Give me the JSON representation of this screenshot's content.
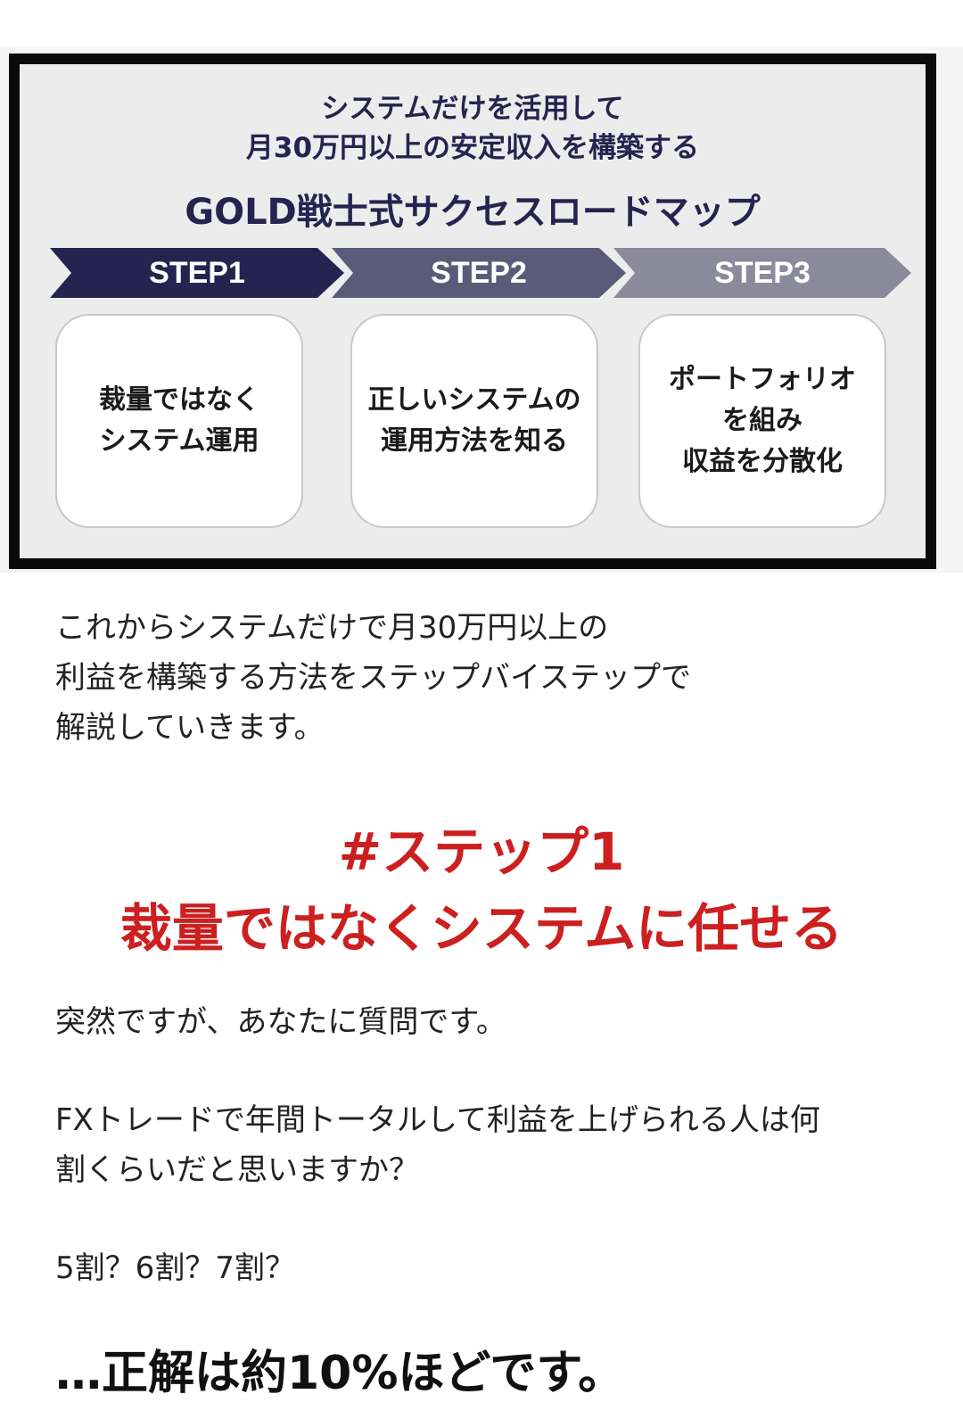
{
  "roadmap": {
    "headline_line1": "システムだけを活用して",
    "headline_line2": "月30万円以上の安定収入を構築する",
    "title": "GOLD戦士式サクセスロードマップ",
    "steps": [
      {
        "label": "STEP1",
        "color": "#25234f"
      },
      {
        "label": "STEP2",
        "color": "#5b5a78"
      },
      {
        "label": "STEP3",
        "color": "#8a8a9c"
      }
    ],
    "cards": [
      {
        "text": "裁量ではなく\nシステム運用"
      },
      {
        "text": "正しいシステムの\n運用方法を知る"
      },
      {
        "text": "ポートフォリオ\nを組み\n収益を分散化"
      }
    ]
  },
  "intro": {
    "line1": "これからシステムだけで月30万円以上の",
    "line2": "利益を構築する方法をステップバイステップで",
    "line3": "解説していきます。"
  },
  "step1": {
    "line1": "#ステップ1",
    "line2": "裁量ではなくシステムに任せる"
  },
  "body": {
    "q1": "突然ですが、あなたに質問です。",
    "q2_line1": "FXトレードで年間トータルして利益を上げられる人は何",
    "q2_line2": "割くらいだと思いますか？",
    "q3": "5割？6割？7割？",
    "answer": "…正解は約10%ほどです。"
  },
  "colors": {
    "navy": "#25234f",
    "accent_red": "#cc1f1f"
  }
}
